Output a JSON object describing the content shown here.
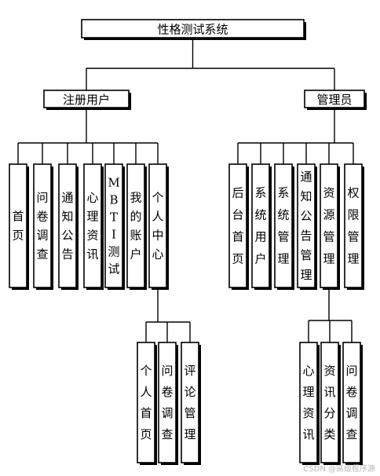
{
  "root": {
    "label": "性格测试系统"
  },
  "user_branch": {
    "label": "注册用户",
    "children": [
      "首页",
      "问卷调查",
      "通知公告",
      "心理资讯",
      "MBTI测试",
      "我的账户",
      "个人中心"
    ],
    "personal_center_children": [
      "个人首页",
      "问卷调查",
      "评论管理"
    ]
  },
  "admin_branch": {
    "label": "管理员",
    "children": [
      "后台首页",
      "系统用户",
      "系统管理",
      "通知公告管理",
      "资源管理",
      "权限管理"
    ],
    "resource_children": [
      "心理资讯",
      "资讯分类",
      "问卷调查"
    ]
  },
  "watermark": {
    "text": "CSDN @高级程序源"
  }
}
